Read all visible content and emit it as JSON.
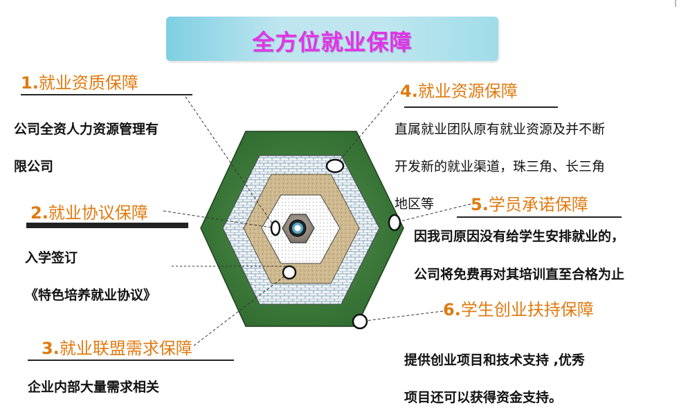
{
  "title": "全方位就业保障",
  "sections": [
    {
      "number": "1.",
      "heading": "就业资质保障",
      "lines": [
        "公司全资人力资源管理有",
        "限公司"
      ]
    },
    {
      "number": "2.",
      "heading": "就业协议保障",
      "lines": [
        "入学签订",
        "《特色培养就业协议》"
      ]
    },
    {
      "number": "3.",
      "heading": "就业联盟需求保障",
      "lines": [
        "企业内部大量需求相关"
      ]
    },
    {
      "number": "4.",
      "heading": "就业资源保障",
      "lines": [
        "直属就业团队原有就业资源及并不断",
        "开发新的就业渠道，珠三角、长三角",
        "地区等"
      ]
    },
    {
      "number": "5.",
      "heading": "学员承诺保障",
      "lines": [
        "因我司原因没有给学生安排就业的，",
        "公司将免费再对其培训直至合格为止"
      ]
    },
    {
      "number": "6.",
      "heading": "学生创业扶持保障",
      "lines": [
        "提供创业项目和技术支持 ,优秀",
        "项目还可以获得资金支持。"
      ]
    }
  ],
  "colors": {
    "title": "#e233e8",
    "heading": "#e07a10",
    "hex_outer": "#3f7a3a",
    "hex_brick": "#e7eef3",
    "hex_sand": "#cdb78f",
    "hex_dots": "#ffffff",
    "hex_core": "#9c9088"
  }
}
